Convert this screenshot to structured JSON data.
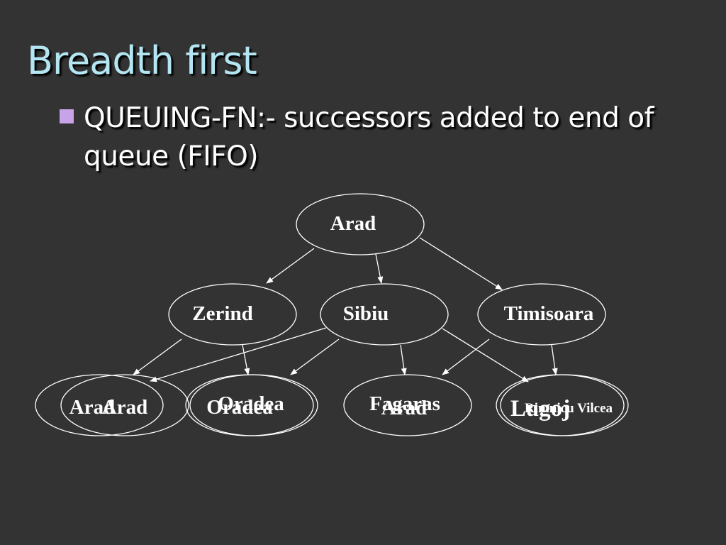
{
  "slide": {
    "title": "Breadth first",
    "bullet": "QUEUING-FN:- successors added to end of queue (FIFO)"
  },
  "colors": {
    "background": "#333333",
    "title": "#b3e6f2",
    "bullet_marker": "#c9a3e8",
    "text": "#ffffff",
    "lines": "#ffffff"
  },
  "tree": {
    "root": "Arad",
    "level1": [
      "Zerind",
      "Sibiu",
      "Timisoara"
    ],
    "level2": [
      "Arad",
      "Arad",
      "Oradea",
      "Oradea",
      "Fagaras",
      "Arad",
      "Lugoj",
      "Rimnicu Vilcea"
    ]
  }
}
